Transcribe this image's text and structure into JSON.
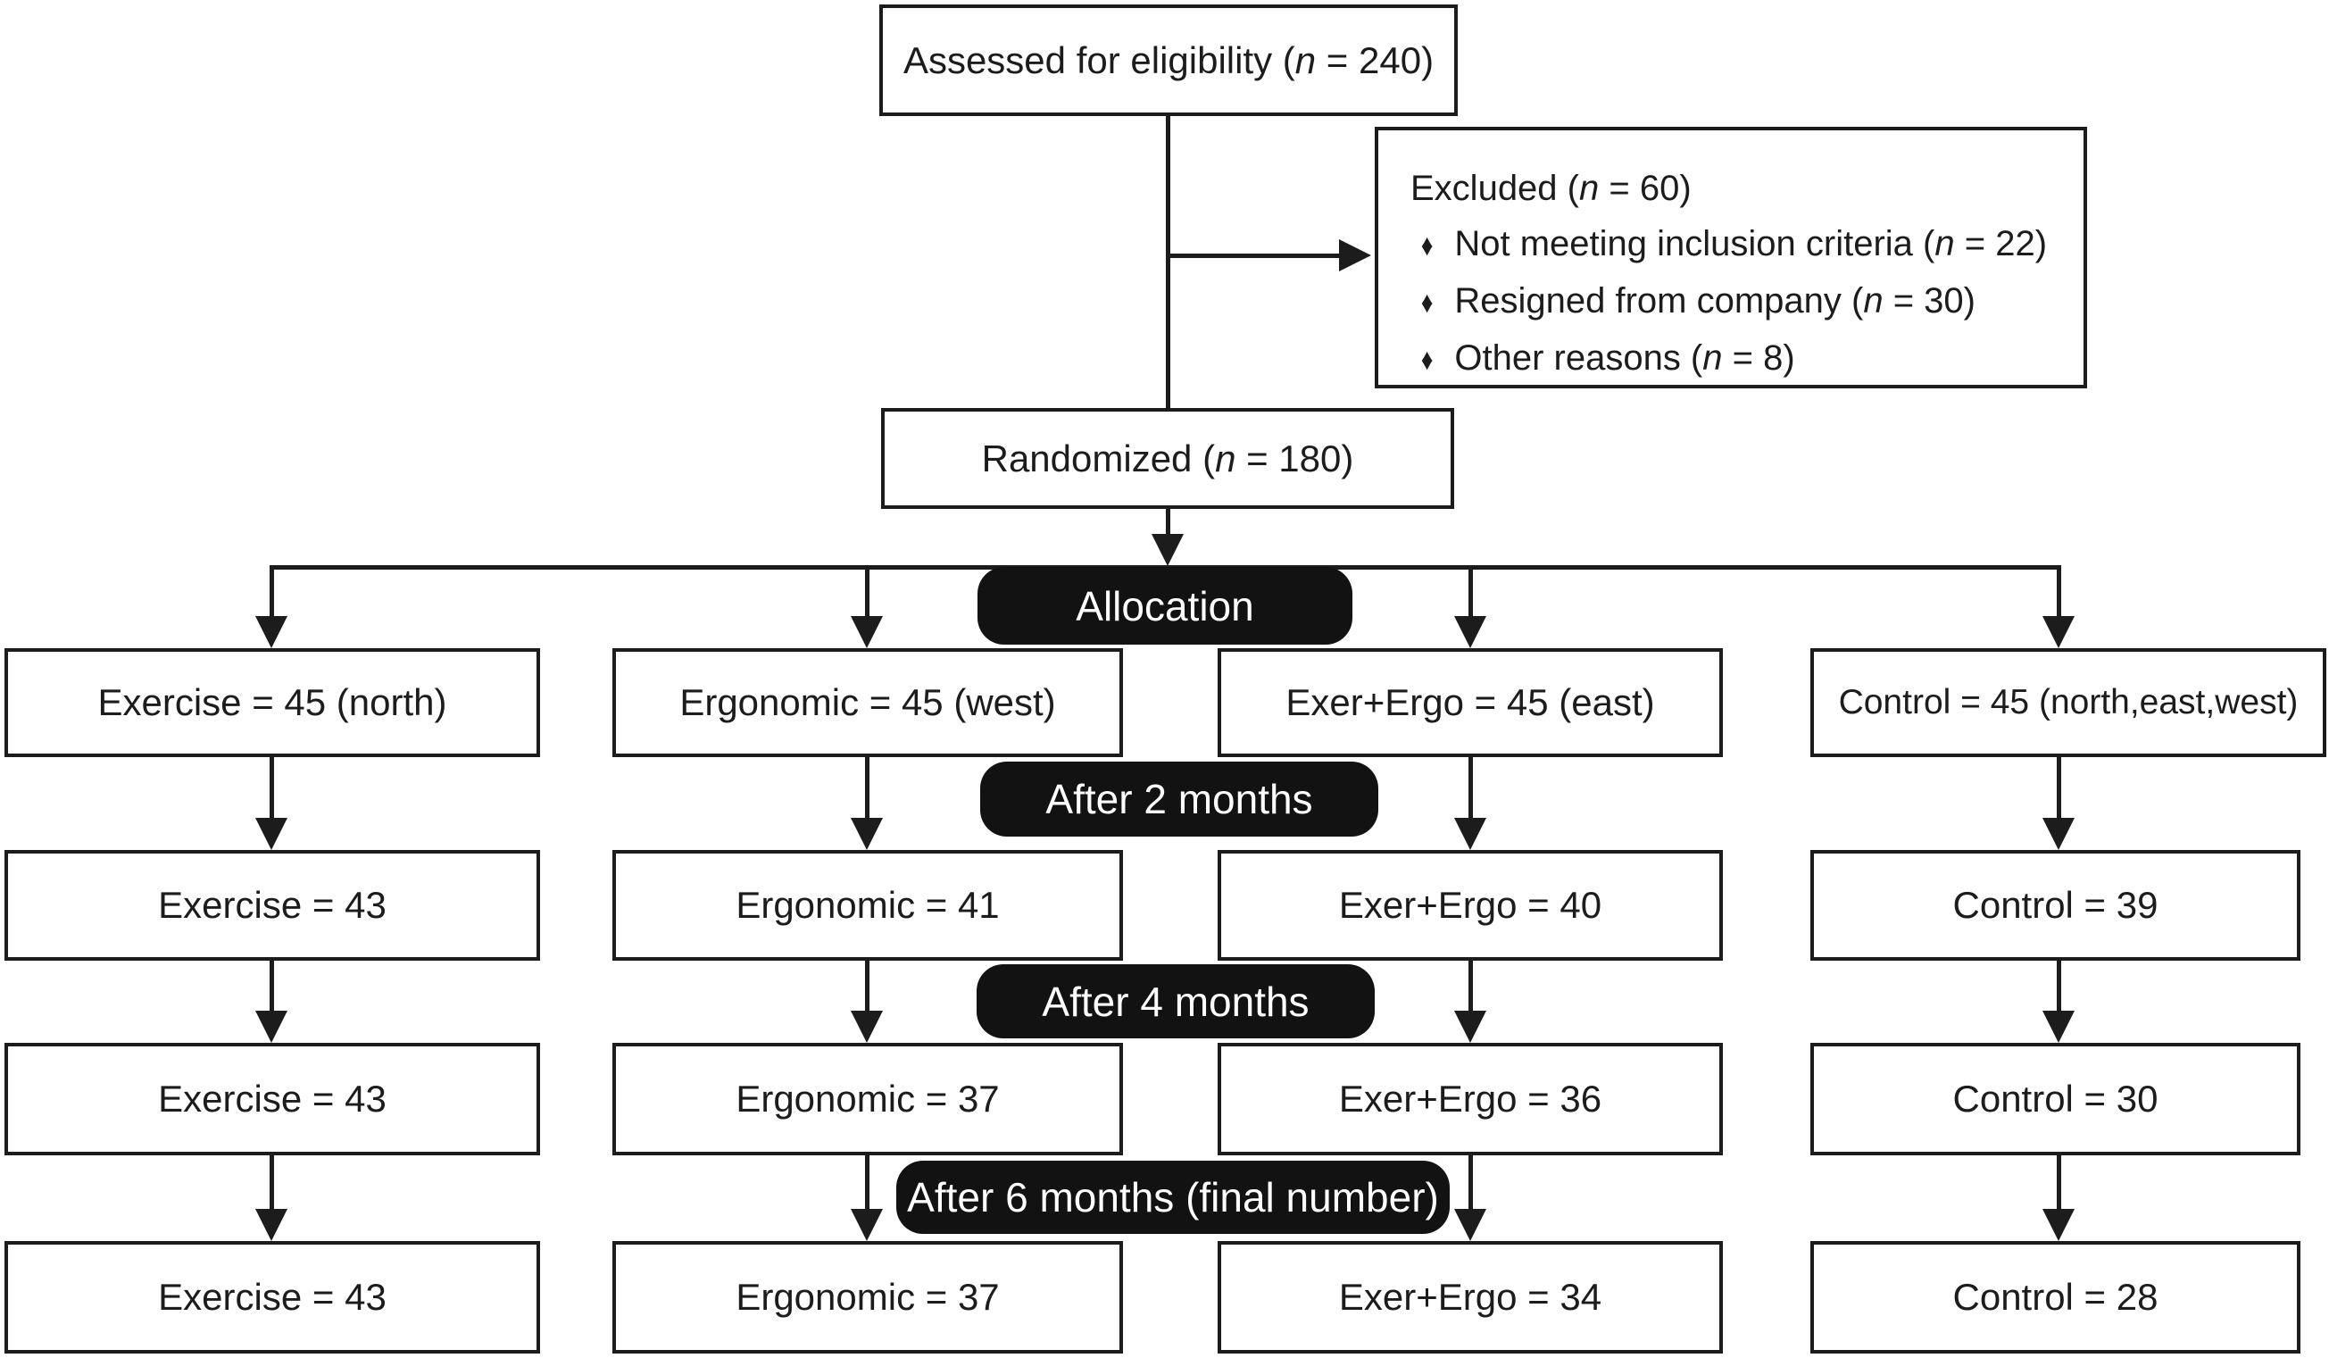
{
  "colors": {
    "ink": "#1c1c1c",
    "box_background": "#ffffff",
    "stage_pill_background": "#121212",
    "stage_pill_text": "#ffffff",
    "page_background": "#ffffff"
  },
  "top": {
    "assessed": {
      "pre": "Assessed for eligibility (",
      "n": "n",
      "post": " = 240)"
    },
    "excluded": {
      "title": {
        "pre": "Excluded (",
        "n": "n",
        "post": " = 60)"
      },
      "bullet": "♦",
      "reasons": [
        {
          "pre": "Not meeting inclusion criteria (",
          "n": "n",
          "post": " = 22)"
        },
        {
          "pre": "Resigned from company (",
          "n": "n",
          "post": " = 30)"
        },
        {
          "pre": "Other reasons (",
          "n": "n",
          "post": " = 8)"
        }
      ]
    },
    "randomized": {
      "pre": "Randomized (",
      "n": "n",
      "post": " = 180)"
    }
  },
  "stages": {
    "allocation": "Allocation",
    "after2": "After 2 months",
    "after4": "After 4 months",
    "after6": "After 6 months (final number)"
  },
  "groups": {
    "exercise": {
      "allocation": "Exercise = 45 (north)",
      "after2": "Exercise = 43",
      "after4": "Exercise = 43",
      "after6": "Exercise = 43"
    },
    "ergonomic": {
      "allocation": "Ergonomic = 45 (west)",
      "after2": "Ergonomic = 41",
      "after4": "Ergonomic = 37",
      "after6": "Ergonomic = 37"
    },
    "exer_ergo": {
      "allocation": "Exer+Ergo = 45 (east)",
      "after2": "Exer+Ergo = 40",
      "after4": "Exer+Ergo = 36",
      "after6": "Exer+Ergo = 34"
    },
    "control": {
      "allocation": "Control = 45 (north,east,west)",
      "after2": "Control = 39",
      "after4": "Control = 30",
      "after6": "Control = 28"
    }
  }
}
